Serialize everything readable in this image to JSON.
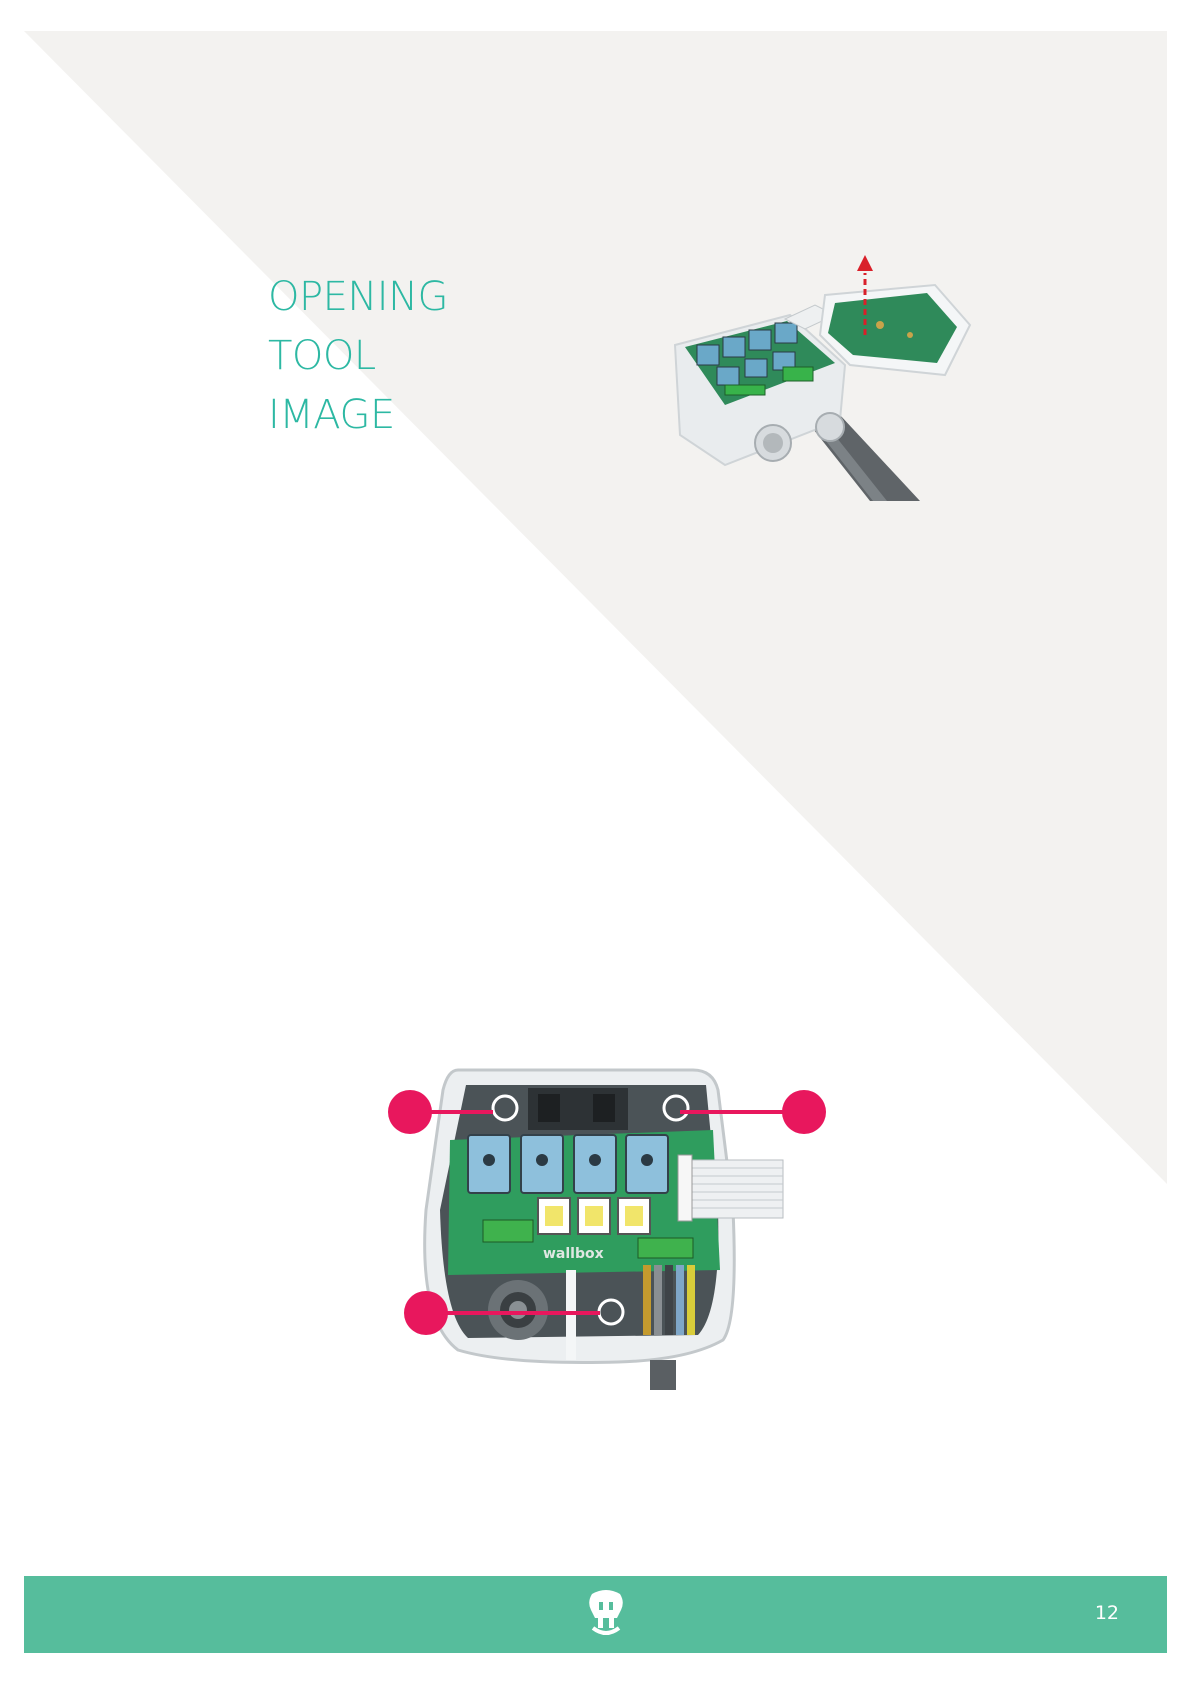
{
  "heading": {
    "lines": [
      "OPENING",
      "TOOL",
      "IMAGE"
    ]
  },
  "figures": {
    "opened_box": {
      "icon": "opened-charger-enclosure-image",
      "arrow_icon": "upward-dashed-arrow-icon"
    },
    "open_box_interior": {
      "icon": "charger-interior-wiring-image",
      "pcb_brand": "wallbox",
      "callouts": [
        "top-left-screw-callout",
        "top-right-screw-callout",
        "bottom-screw-callout"
      ]
    }
  },
  "footer": {
    "logo_icon": "wallbox-logo-icon",
    "page_number": "12"
  },
  "colors": {
    "accent_teal": "#2db8a3",
    "footer_green": "#56bd9c",
    "callout_pink": "#e8175d",
    "background_grey": "#f3f2f0",
    "arrow_red": "#d9202a"
  }
}
